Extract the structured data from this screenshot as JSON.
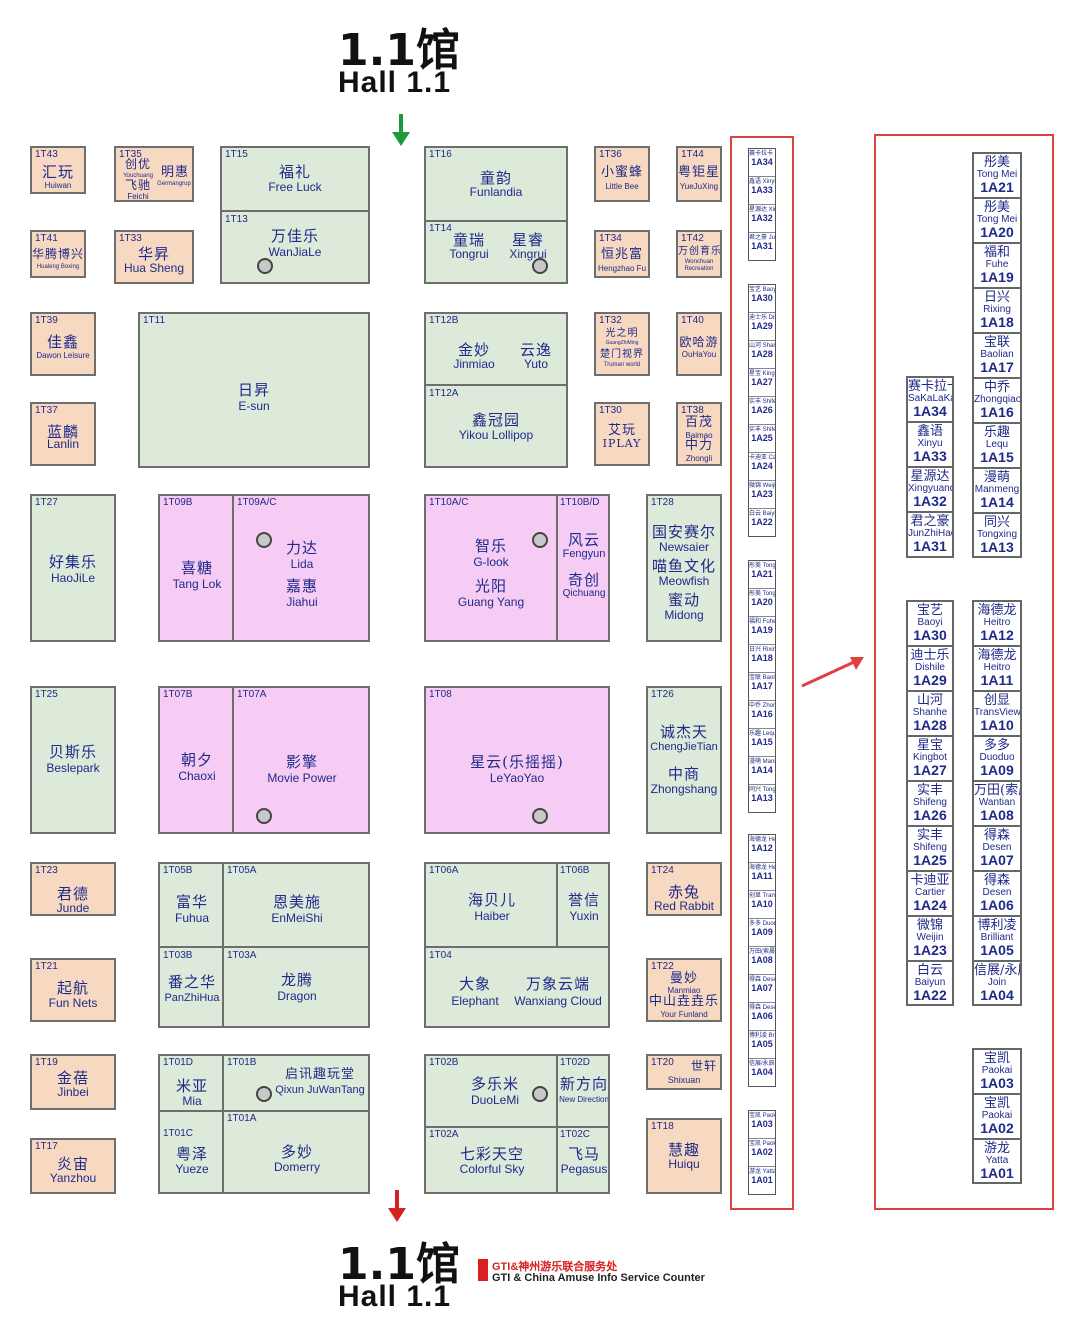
{
  "hall_top": {
    "cn": "1.1馆",
    "en": "Hall 1.1"
  },
  "hall_bottom": {
    "cn": "1.1馆",
    "en": "Hall 1.1"
  },
  "service_counter": {
    "cn": "GTI&神州游乐联合服务处",
    "en": "GTI & China Amuse Info Service Counter"
  },
  "colors": {
    "green_booth": "#dde9d9",
    "orange_booth": "#f7d9c2",
    "pink_booth": "#f6ccf4",
    "label_text": "#1f2a8a",
    "highlight_red": "#e04040",
    "entry_arrow": "#1a9a3a",
    "exit_arrow": "#d92020"
  },
  "booths": {
    "t43": {
      "code": "1T43",
      "cn": "汇玩",
      "en": "Huiwan"
    },
    "t35": {
      "code": "1T35",
      "cn1": "创优",
      "en1": "Youchuang",
      "cn2": "飞驰",
      "en2": "Feichi",
      "cn3": "明惠",
      "en3": "Germangrup"
    },
    "t41": {
      "code": "1T41",
      "cn": "华腾博兴",
      "en": "Hualeng Boxing"
    },
    "t33": {
      "code": "1T33",
      "cn": "华昇",
      "en": "Hua Sheng"
    },
    "t15": {
      "code": "1T15",
      "cn": "福礼",
      "en": "Free Luck"
    },
    "t13": {
      "code": "1T13",
      "cn": "万佳乐",
      "en": "WanJiaLe"
    },
    "t16": {
      "code": "1T16",
      "cn": "童韵",
      "en": "Funlandia"
    },
    "t14": {
      "code": "1T14",
      "cn1": "童瑞",
      "en1": "Tongrui",
      "cn2": "星睿",
      "en2": "Xingrui"
    },
    "t36": {
      "code": "1T36",
      "cn": "小蜜蜂",
      "en": "Little Bee"
    },
    "t44": {
      "code": "1T44",
      "cn": "粤钜星",
      "en": "YueJuXing"
    },
    "t34": {
      "code": "1T34",
      "cn": "恒兆富",
      "en": "Hengzhao Fu"
    },
    "t42": {
      "code": "1T42",
      "cn": "万创育乐",
      "en": "Wonchuan Recreation"
    },
    "t39": {
      "code": "1T39",
      "cn": "佳鑫",
      "en": "Dawon Leisure"
    },
    "t11": {
      "code": "1T11",
      "cn": "日昇",
      "en": "E-sun"
    },
    "t12b": {
      "code": "1T12B",
      "cn1": "金妙",
      "en1": "Jinmiao",
      "cn2": "云逸",
      "en2": "Yuto"
    },
    "t12a": {
      "code": "1T12A",
      "cn": "鑫冠园",
      "en": "Yikou Lollipop"
    },
    "t32": {
      "code": "1T32",
      "cn1": "光之明",
      "en1": "GuangZhiMing",
      "cn2": "楚门视界",
      "en2": "Truman world"
    },
    "t40": {
      "code": "1T40",
      "cn": "欧哈游",
      "en": "OuHaYou"
    },
    "t37": {
      "code": "1T37",
      "cn": "蓝麟",
      "en": "Lanlin"
    },
    "t30": {
      "code": "1T30",
      "cn": "艾玩",
      "en": "IPLAY"
    },
    "t38": {
      "code": "1T38",
      "cn1": "百茂",
      "en1": "Baimao",
      "cn2": "中力",
      "en2": "Zhongli"
    },
    "t27": {
      "code": "1T27",
      "cn": "好集乐",
      "en": "HaoJiLe"
    },
    "t09b": {
      "code": "1T09B",
      "cn": "喜糖",
      "en": "Tang Lok"
    },
    "t09ac": {
      "code": "1T09A/C",
      "cn1": "力达",
      "en1": "Lida",
      "cn2": "嘉惠",
      "en2": "Jiahui"
    },
    "t10ac": {
      "code": "1T10A/C",
      "cn1": "智乐",
      "en1": "G-look",
      "cn2": "光阳",
      "en2": "Guang Yang"
    },
    "t10bd": {
      "code": "1T10B/D",
      "cn1": "风云",
      "en1": "Fengyun",
      "cn2": "奇创",
      "en2": "Qichuang"
    },
    "t28": {
      "code": "1T28",
      "cn1": "国安赛尔",
      "en1": "Newsaier",
      "cn2": "喵鱼文化",
      "en2": "Meowfish",
      "cn3": "蜜动",
      "en3": "Midong"
    },
    "t25": {
      "code": "1T25",
      "cn": "贝斯乐",
      "en": "Beslepark"
    },
    "t07b": {
      "code": "1T07B",
      "cn": "朝夕",
      "en": "Chaoxi"
    },
    "t07a": {
      "code": "1T07A",
      "cn": "影擎",
      "en": "Movie Power"
    },
    "t08": {
      "code": "1T08",
      "cn": "星云(乐摇摇)",
      "en": "LeYaoYao"
    },
    "t26": {
      "code": "1T26",
      "cn1": "诚杰天",
      "en1": "ChengJieTian",
      "cn2": "中商",
      "en2": "Zhongshang"
    },
    "t23": {
      "code": "1T23",
      "cn": "君德",
      "en": "Junde"
    },
    "t05b": {
      "code": "1T05B",
      "cn": "富华",
      "en": "Fuhua"
    },
    "t05a": {
      "code": "1T05A",
      "cn": "恩美施",
      "en": "EnMeiShi"
    },
    "t06a": {
      "code": "1T06A",
      "cn": "海贝儿",
      "en": "Haiber"
    },
    "t06b": {
      "code": "1T06B",
      "cn": "誉信",
      "en": "Yuxin"
    },
    "t24": {
      "code": "1T24",
      "cn": "赤兔",
      "en": "Red Rabbit"
    },
    "t21": {
      "code": "1T21",
      "cn": "起航",
      "en": "Fun Nets"
    },
    "t03b": {
      "code": "1T03B",
      "cn": "番之华",
      "en": "PanZhiHua"
    },
    "t03a": {
      "code": "1T03A",
      "cn": "龙腾",
      "en": "Dragon"
    },
    "t04": {
      "code": "1T04",
      "cn1": "大象",
      "en1": "Elephant",
      "cn2": "万象云端",
      "en2": "Wanxiang Cloud"
    },
    "t22": {
      "code": "1T22",
      "cn1": "曼妙",
      "en1": "Manmiao",
      "cn2": "中山垚垚乐",
      "en2": "Your Funland"
    },
    "t19": {
      "code": "1T19",
      "cn": "金蓓",
      "en": "Jinbei"
    },
    "t01d": {
      "code": "1T01D",
      "cn": "米亚",
      "en": "Mia"
    },
    "t01b": {
      "code": "1T01B",
      "cn": "启讯趣玩堂",
      "en": "Qixun JuWanTang"
    },
    "t01c": {
      "code": "1T01C",
      "cn": "粤泽",
      "en": "Yueze"
    },
    "t01a": {
      "code": "1T01A",
      "cn": "多妙",
      "en": "Domerry"
    },
    "t02b": {
      "code": "1T02B",
      "cn": "多乐米",
      "en": "DuoLeMi"
    },
    "t02d": {
      "code": "1T02D",
      "cn": "新方向",
      "en": "New Direction"
    },
    "t02a": {
      "code": "1T02A",
      "cn": "七彩天空",
      "en": "Colorful Sky"
    },
    "t02c": {
      "code": "1T02C",
      "cn": "飞马",
      "en": "Pegasus"
    },
    "t20": {
      "code": "1T20",
      "cn": "世轩",
      "en": "Shixuan"
    },
    "t17": {
      "code": "1T17",
      "cn": "炎宙",
      "en": "Yanzhou"
    },
    "t18": {
      "code": "1T18",
      "cn": "慧趣",
      "en": "Huiqu"
    }
  },
  "strip": {
    "g1": [
      {
        "cn": "赛卡拉卡 SaKaLaKa",
        "no": "1A34"
      },
      {
        "cn": "鑫语 Xinyu",
        "no": "1A33"
      },
      {
        "cn": "星源达 Xingyuanda",
        "no": "1A32"
      },
      {
        "cn": "君之豪 JunZhiHao",
        "no": "1A31"
      }
    ],
    "g2": [
      {
        "cn": "宝艺 Baoyi",
        "no": "1A30"
      },
      {
        "cn": "迪士乐 Dishile",
        "no": "1A29"
      },
      {
        "cn": "山河 Shanhe",
        "no": "1A28"
      },
      {
        "cn": "星宝 Kingbot",
        "no": "1A27"
      },
      {
        "cn": "实丰 Shifeng",
        "no": "1A26"
      },
      {
        "cn": "实丰 Shifeng",
        "no": "1A25"
      },
      {
        "cn": "卡迪亚 Cartier",
        "no": "1A24"
      },
      {
        "cn": "微锦 Weijin",
        "no": "1A23"
      },
      {
        "cn": "白云 Baiyun",
        "no": "1A22"
      }
    ],
    "g3": [
      {
        "cn": "彤美 Tong Mei",
        "no": "1A21"
      },
      {
        "cn": "彤美 Tong Mei",
        "no": "1A20"
      },
      {
        "cn": "福和 Fuhe",
        "no": "1A19"
      },
      {
        "cn": "日兴 Rixing",
        "no": "1A18"
      },
      {
        "cn": "宝联 Baolian",
        "no": "1A17"
      },
      {
        "cn": "中乔 Zhongqiao",
        "no": "1A16"
      },
      {
        "cn": "乐趣 Lequ",
        "no": "1A15"
      },
      {
        "cn": "漫萌 Manmeng",
        "no": "1A14"
      },
      {
        "cn": "同兴 Tongxing",
        "no": "1A13"
      }
    ],
    "g4": [
      {
        "cn": "海德龙 Heitro",
        "no": "1A12"
      },
      {
        "cn": "海德龙 Heitro",
        "no": "1A11"
      },
      {
        "cn": "创显 TransView",
        "no": "1A10"
      },
      {
        "cn": "多多 Duoduo",
        "no": "1A09"
      },
      {
        "cn": "万田(索晨) Wantian",
        "no": "1A08"
      },
      {
        "cn": "得森 Desen",
        "no": "1A07"
      },
      {
        "cn": "得森 Desen",
        "no": "1A06"
      },
      {
        "cn": "博利凌 Brilliant",
        "no": "1A05"
      },
      {
        "cn": "信展/永辰 Join",
        "no": "1A04"
      }
    ],
    "g5": [
      {
        "cn": "宝凯 Paokai",
        "no": "1A03"
      },
      {
        "cn": "宝凯 Paokai",
        "no": "1A02"
      },
      {
        "cn": "游龙 Yatta",
        "no": "1A01"
      }
    ]
  },
  "zoom": {
    "col_a1": [
      {
        "cn": "赛卡拉卡",
        "en": "SaKaLaKa",
        "no": "1A34"
      },
      {
        "cn": "鑫语",
        "en": "Xinyu",
        "no": "1A33"
      },
      {
        "cn": "星源达",
        "en": "Xingyuanda",
        "no": "1A32"
      },
      {
        "cn": "君之豪",
        "en": "JunZhiHao",
        "no": "1A31"
      }
    ],
    "col_b1": [
      {
        "cn": "彤美",
        "en": "Tong Mei",
        "no": "1A21"
      },
      {
        "cn": "彤美",
        "en": "Tong Mei",
        "no": "1A20"
      },
      {
        "cn": "福和",
        "en": "Fuhe",
        "no": "1A19"
      },
      {
        "cn": "日兴",
        "en": "Rixing",
        "no": "1A18"
      },
      {
        "cn": "宝联",
        "en": "Baolian",
        "no": "1A17"
      },
      {
        "cn": "中乔",
        "en": "Zhongqiao",
        "no": "1A16"
      },
      {
        "cn": "乐趣",
        "en": "Lequ",
        "no": "1A15"
      },
      {
        "cn": "漫萌",
        "en": "Manmeng",
        "no": "1A14"
      },
      {
        "cn": "同兴",
        "en": "Tongxing",
        "no": "1A13"
      }
    ],
    "col_a2": [
      {
        "cn": "宝艺",
        "en": "Baoyi",
        "no": "1A30"
      },
      {
        "cn": "迪士乐",
        "en": "Dishile",
        "no": "1A29"
      },
      {
        "cn": "山河",
        "en": "Shanhe",
        "no": "1A28"
      },
      {
        "cn": "星宝",
        "en": "Kingbot",
        "no": "1A27"
      },
      {
        "cn": "实丰",
        "en": "Shifeng",
        "no": "1A26"
      },
      {
        "cn": "实丰",
        "en": "Shifeng",
        "no": "1A25"
      },
      {
        "cn": "卡迪亚",
        "en": "Cartier",
        "no": "1A24"
      },
      {
        "cn": "微锦",
        "en": "Weijin",
        "no": "1A23"
      },
      {
        "cn": "白云",
        "en": "Baiyun",
        "no": "1A22"
      }
    ],
    "col_b2": [
      {
        "cn": "海德龙",
        "en": "Heitro",
        "no": "1A12"
      },
      {
        "cn": "海德龙",
        "en": "Heitro",
        "no": "1A11"
      },
      {
        "cn": "创显",
        "en": "TransView",
        "no": "1A10"
      },
      {
        "cn": "多多",
        "en": "Duoduo",
        "no": "1A09"
      },
      {
        "cn": "万田(索晨)",
        "en": "Wantian",
        "no": "1A08"
      },
      {
        "cn": "得森",
        "en": "Desen",
        "no": "1A07"
      },
      {
        "cn": "得森",
        "en": "Desen",
        "no": "1A06"
      },
      {
        "cn": "博利凌",
        "en": "Brilliant",
        "no": "1A05"
      },
      {
        "cn": "信展/永辰",
        "en": "Join",
        "no": "1A04"
      }
    ],
    "col_b3": [
      {
        "cn": "宝凯",
        "en": "Paokai",
        "no": "1A03"
      },
      {
        "cn": "宝凯",
        "en": "Paokai",
        "no": "1A02"
      },
      {
        "cn": "游龙",
        "en": "Yatta",
        "no": "1A01"
      }
    ]
  }
}
